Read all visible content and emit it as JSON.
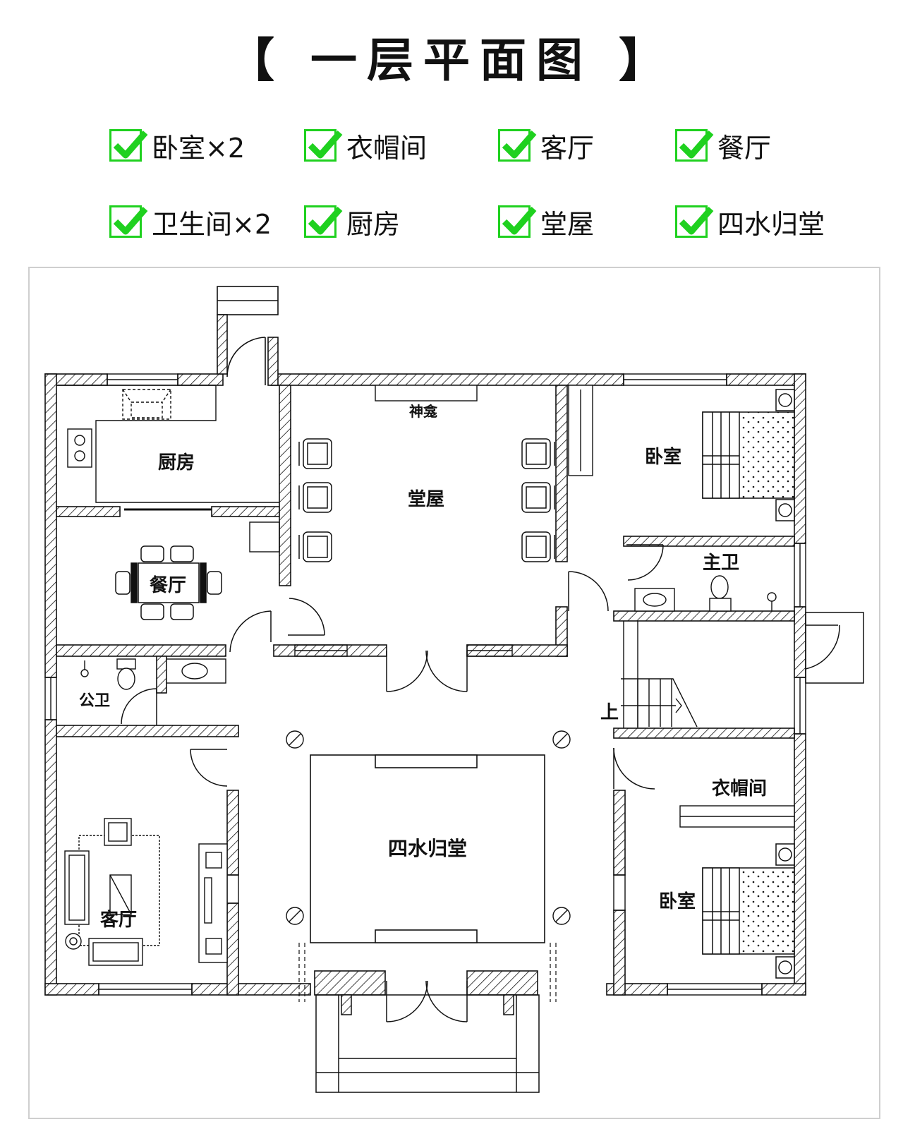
{
  "title": "【 一层平面图 】",
  "features": [
    {
      "label": "卧室×2"
    },
    {
      "label": "衣帽间"
    },
    {
      "label": "客厅"
    },
    {
      "label": "餐厅"
    },
    {
      "label": "卫生间×2"
    },
    {
      "label": "厨房"
    },
    {
      "label": "堂屋"
    },
    {
      "label": "四水归堂"
    }
  ],
  "rooms": {
    "kitchen": "厨房",
    "shrine": "神龛",
    "hall": "堂屋",
    "bedroom_ne": "卧室",
    "master_bath": "主卫",
    "dining": "餐厅",
    "public_bath": "公卫",
    "stairs_up": "上",
    "courtyard": "四水归堂",
    "closet": "衣帽间",
    "bedroom_se": "卧室",
    "living": "客厅"
  },
  "colors": {
    "check": "#1fd11f",
    "line": "#111111"
  }
}
